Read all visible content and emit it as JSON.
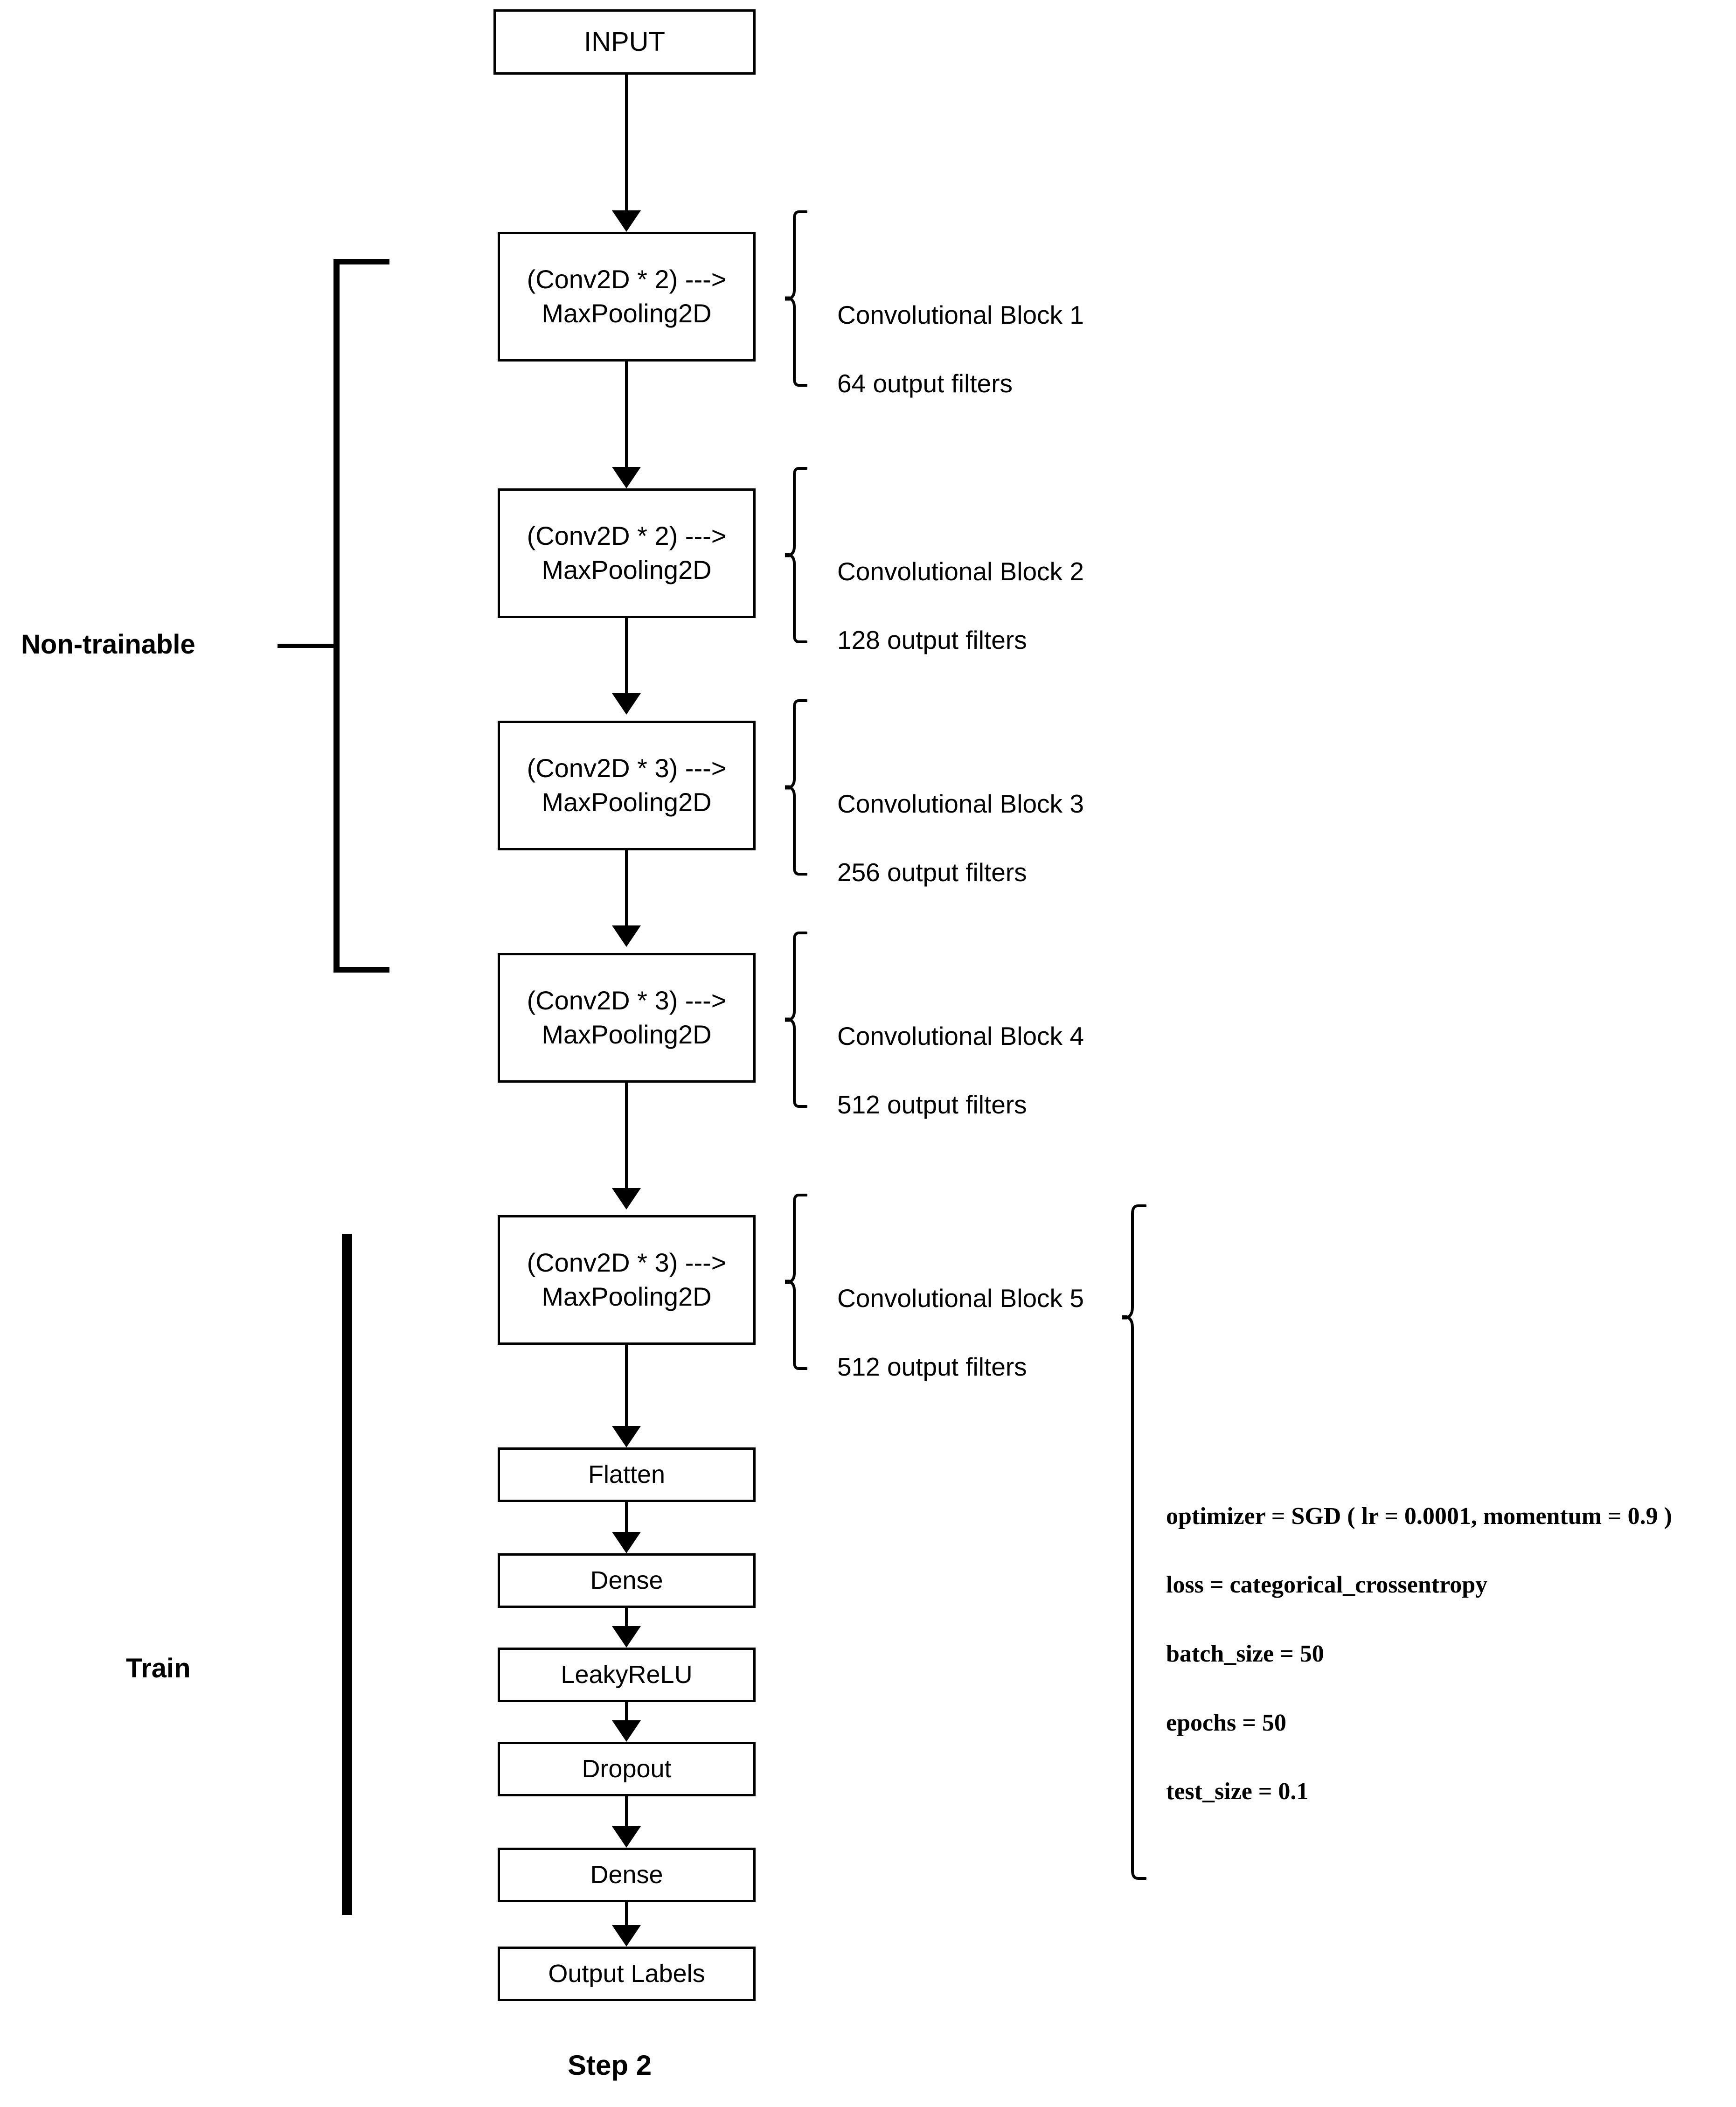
{
  "diagram": {
    "caption": "Step 2",
    "groups": [
      {
        "id": "non-trainable",
        "label": "Non-trainable"
      },
      {
        "id": "train",
        "label": "Train"
      }
    ],
    "nodes": [
      {
        "id": "input",
        "label": "INPUT"
      },
      {
        "id": "conv-block-1",
        "label": "(Conv2D * 2) --->\nMaxPooling2D"
      },
      {
        "id": "conv-block-2",
        "label": "(Conv2D * 2) --->\nMaxPooling2D"
      },
      {
        "id": "conv-block-3",
        "label": "(Conv2D * 3) --->\nMaxPooling2D"
      },
      {
        "id": "conv-block-4",
        "label": "(Conv2D * 3) --->\nMaxPooling2D"
      },
      {
        "id": "conv-block-5",
        "label": "(Conv2D * 3) --->\nMaxPooling2D"
      },
      {
        "id": "flatten",
        "label": "Flatten"
      },
      {
        "id": "dense-1",
        "label": "Dense"
      },
      {
        "id": "leakyrelu",
        "label": "LeakyReLU"
      },
      {
        "id": "dropout",
        "label": "Dropout"
      },
      {
        "id": "dense-2",
        "label": "Dense"
      },
      {
        "id": "output",
        "label": "Output Labels"
      }
    ],
    "annotations": [
      {
        "id": "block-1-note",
        "title": "Convolutional Block 1",
        "detail": "64 output filters"
      },
      {
        "id": "block-2-note",
        "title": "Convolutional Block 2",
        "detail": "128 output filters"
      },
      {
        "id": "block-3-note",
        "title": "Convolutional Block 3",
        "detail": "256 output filters"
      },
      {
        "id": "block-4-note",
        "title": "Convolutional Block 4",
        "detail": "512 output filters"
      },
      {
        "id": "block-5-note",
        "title": "Convolutional Block 5",
        "detail": "512 output filters"
      }
    ],
    "hyperparameters": {
      "lines": [
        "optimizer =  SGD ( lr = 0.0001, momentum = 0.9 )",
        "loss = categorical_crossentropy",
        "batch_size = 50",
        "epochs = 50",
        "test_size = 0.1"
      ]
    },
    "colors": {
      "stroke": "#000000",
      "background": "#ffffff"
    }
  }
}
